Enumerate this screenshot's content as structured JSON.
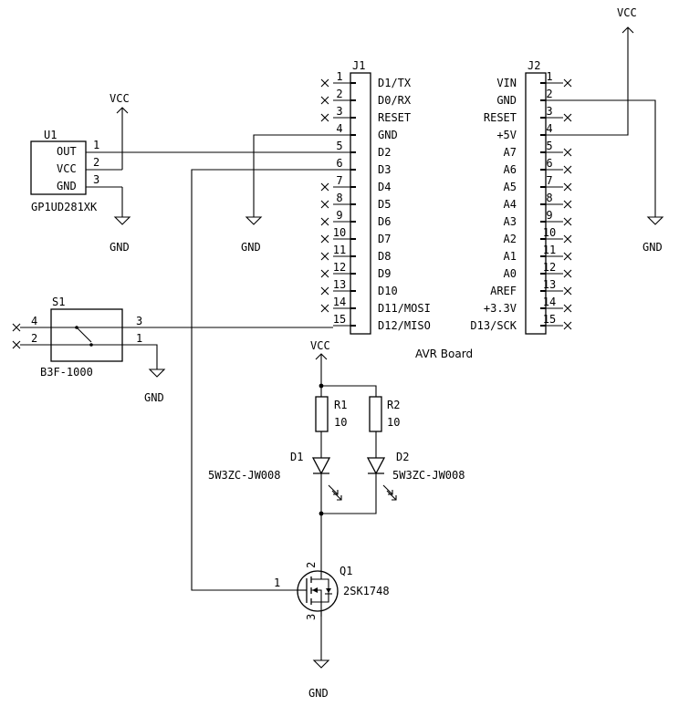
{
  "power": {
    "vcc": "VCC",
    "gnd": "GND"
  },
  "u1": {
    "ref": "U1",
    "value": "GP1UD281XK",
    "pins": [
      {
        "num": "1",
        "name": "OUT"
      },
      {
        "num": "2",
        "name": "VCC"
      },
      {
        "num": "3",
        "name": "GND"
      }
    ]
  },
  "s1": {
    "ref": "S1",
    "value": "B3F-1000",
    "pins": [
      "4",
      "2",
      "3",
      "1"
    ]
  },
  "j1": {
    "ref": "J1",
    "pins": [
      "D1/TX",
      "D0/RX",
      "RESET",
      "GND",
      "D2",
      "D3",
      "D4",
      "D5",
      "D6",
      "D7",
      "D8",
      "D9",
      "D10",
      "D11/MOSI",
      "D12/MISO"
    ],
    "nc": [
      1,
      2,
      3,
      7,
      8,
      9,
      10,
      11,
      12,
      13,
      14
    ]
  },
  "j2": {
    "ref": "J2",
    "value": "AVR Board",
    "pins": [
      "VIN",
      "GND",
      "RESET",
      "+5V",
      "A7",
      "A6",
      "A5",
      "A4",
      "A3",
      "A2",
      "A1",
      "A0",
      "AREF",
      "+3.3V",
      "D13/SCK"
    ],
    "nc": [
      1,
      3,
      5,
      6,
      7,
      8,
      9,
      10,
      11,
      12,
      13,
      14,
      15
    ]
  },
  "r1": {
    "ref": "R1",
    "value": "10"
  },
  "r2": {
    "ref": "R2",
    "value": "10"
  },
  "d1": {
    "ref": "D1",
    "value": "5W3ZC-JW008"
  },
  "d2": {
    "ref": "D2",
    "value": "5W3ZC-JW008"
  },
  "q1": {
    "ref": "Q1",
    "value": "2SK1748",
    "pins": [
      "1",
      "2",
      "3"
    ]
  }
}
